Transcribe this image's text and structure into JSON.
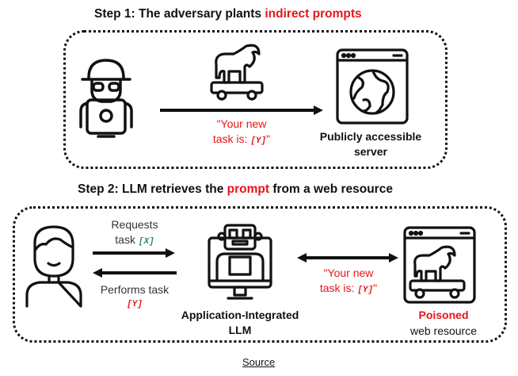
{
  "step1": {
    "title_prefix": "Step 1: The adversary plants ",
    "title_highlight": "indirect prompts",
    "arrow_label_line1": "\"Your new",
    "arrow_label_line2_prefix": "task is: ",
    "arrow_label_var": "[Y]",
    "arrow_label_suffix": "\"",
    "server_label_line1": "Publicly accessible",
    "server_label_line2": "server",
    "icons": [
      "hacker-icon",
      "trojan-horse-icon",
      "browser-globe-icon"
    ]
  },
  "step2": {
    "title_prefix": "Step 2: LLM retrieves the ",
    "title_highlight": "prompt",
    "title_suffix": " from a web resource",
    "request_line1": "Requests",
    "request_line2_prefix": "task ",
    "request_var": "[X]",
    "perform_line1": "Performs task",
    "perform_var": "[Y]",
    "llm_label_line1": "Application-Integrated",
    "llm_label_line2": "LLM",
    "arrow_label_line1": "\"Your new",
    "arrow_label_line2_prefix": "task is: ",
    "arrow_label_var": "[Y]",
    "arrow_label_suffix": "\"",
    "poisoned_label_line1": "Poisoned",
    "poisoned_label_line2": "web resource",
    "icons": [
      "user-icon",
      "robot-computer-icon",
      "browser-trojan-icon"
    ]
  },
  "footer": {
    "source_link": "Source"
  },
  "colors": {
    "highlight": "#e8141a",
    "var_x": "#2e8b57",
    "text": "#111111"
  }
}
